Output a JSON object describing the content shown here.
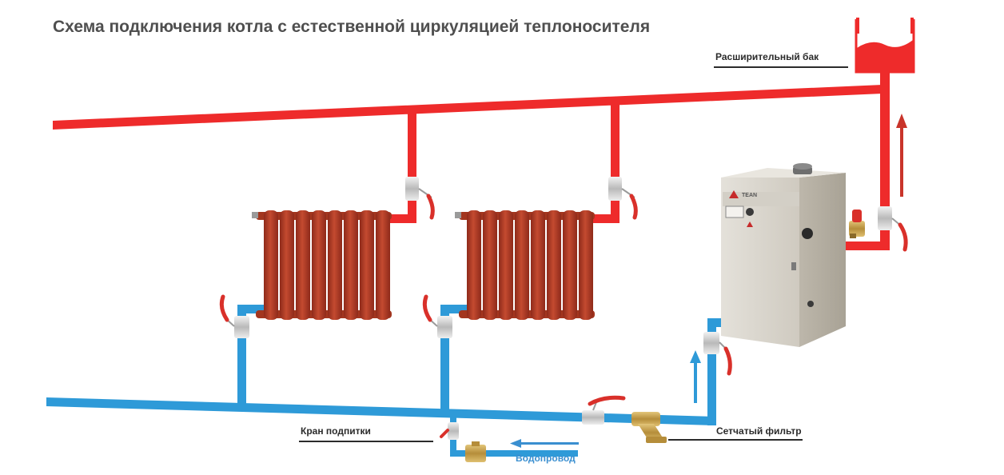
{
  "title": "Схема подключения котла с естественной циркуляцией теплоносителя",
  "labels": {
    "expansion_tank": "Расширительный бак",
    "make_up_valve": "Кран подпитки",
    "mesh_filter": "Сетчатый фильтр",
    "water_supply": "Водопровод"
  },
  "boiler": {
    "brand": "TEAN"
  },
  "colors": {
    "supply_pipe": "#ee2b2b",
    "return_pipe": "#2e9ad8",
    "radiator": "#b03a26",
    "boiler_body": "#d9d5cc",
    "brass": "#c9a85a",
    "title_text": "#4f4f4f"
  }
}
